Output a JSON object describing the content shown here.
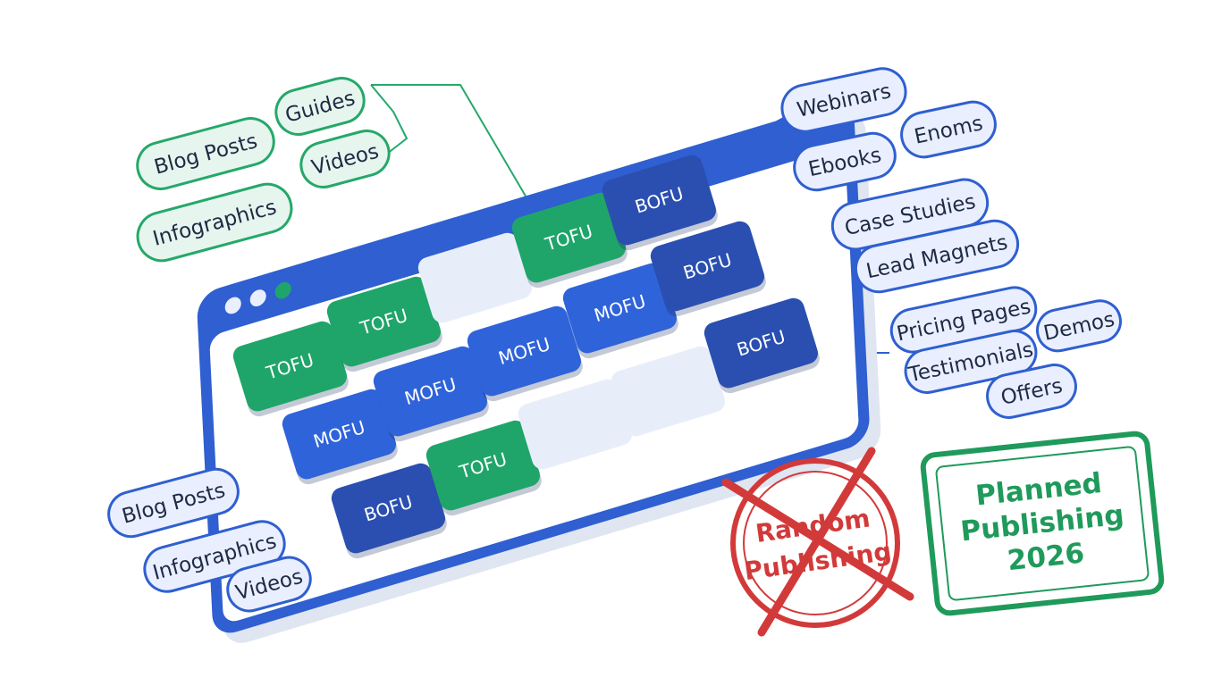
{
  "colors": {
    "green": "#1fa56a",
    "blue": "#2f63d9",
    "navy": "#2a4fb0",
    "empty": "#e8eef9",
    "pill_green_fill": "#e6f6ee",
    "pill_green_stroke": "#25a86a",
    "pill_blue_fill": "#e9efff",
    "pill_blue_stroke": "#2f5fd0",
    "red": "#d23a3a"
  },
  "pills": {
    "top_left": {
      "blog_posts": "Blog Posts",
      "guides": "Guides",
      "infographics": "Infographics",
      "videos": "Videos"
    },
    "top_right": {
      "webinars": "Webinars",
      "ebooks": "Ebooks",
      "enoms": "Enoms",
      "case_studies": "Case Studies",
      "lead_magnets": "Lead Magnets"
    },
    "mid_right": {
      "pricing_pages": "Pricing Pages",
      "testimonials": "Testimonials",
      "demos": "Demos",
      "offers": "Offers"
    },
    "bottom_left": {
      "blog_posts": "Blog Posts",
      "infographics": "Infographics",
      "videos": "Videos"
    }
  },
  "tiles": {
    "tofu": "TOFU",
    "mofu": "MOFU",
    "bofu": "BOFU"
  },
  "stamps": {
    "random_line1": "Random",
    "random_line2": "Publishing",
    "planned_line1": "Planned",
    "planned_line2": "Publishing",
    "planned_line3": "2026"
  }
}
